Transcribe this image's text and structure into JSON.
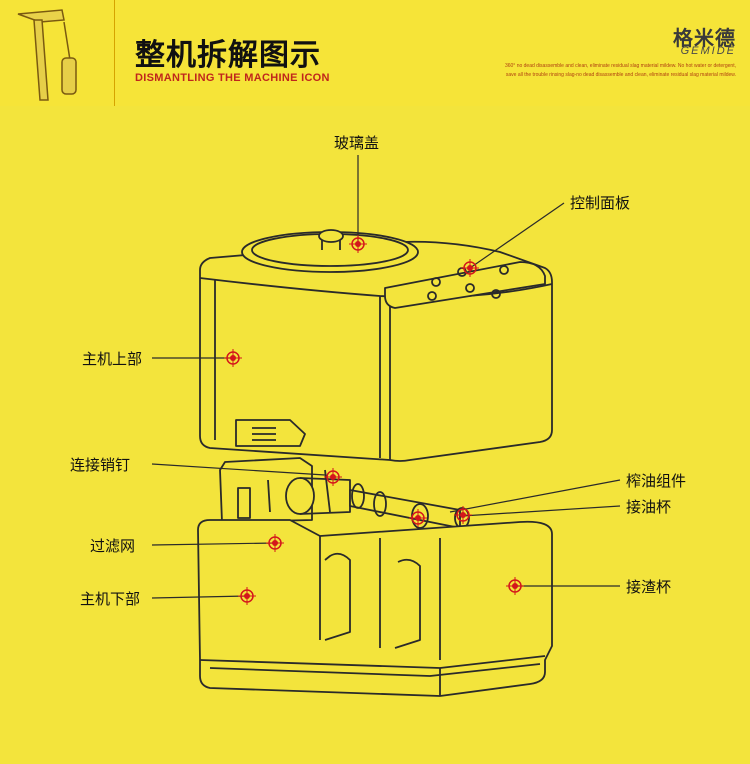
{
  "header": {
    "title": "整机拆解图示",
    "subtitle": "DISMANTLING THE MACHINE ICON",
    "brand": "格米德",
    "brand_en": "GEMIDE",
    "blurb": "360° no dead disassemble and clean, eliminate residual slag material mildew. No hot water or detergent, save all the trouble rinsing slag-no dead disassemble and clean, eliminate residual slag material mildew."
  },
  "labels": {
    "glass_lid": "玻璃盖",
    "control_panel": "控制面板",
    "upper_body": "主机上部",
    "connecting_pin": "连接销钉",
    "press_assembly": "榨油组件",
    "oil_cup": "接油杯",
    "filter": "过滤网",
    "lower_body": "主机下部",
    "residue_cup": "接渣杯"
  },
  "colors": {
    "background": "#f3e43c",
    "marker": "#d4161b",
    "line": "#2a2a2a"
  },
  "icons": [
    "hammer-icon",
    "screwdriver-icon"
  ]
}
